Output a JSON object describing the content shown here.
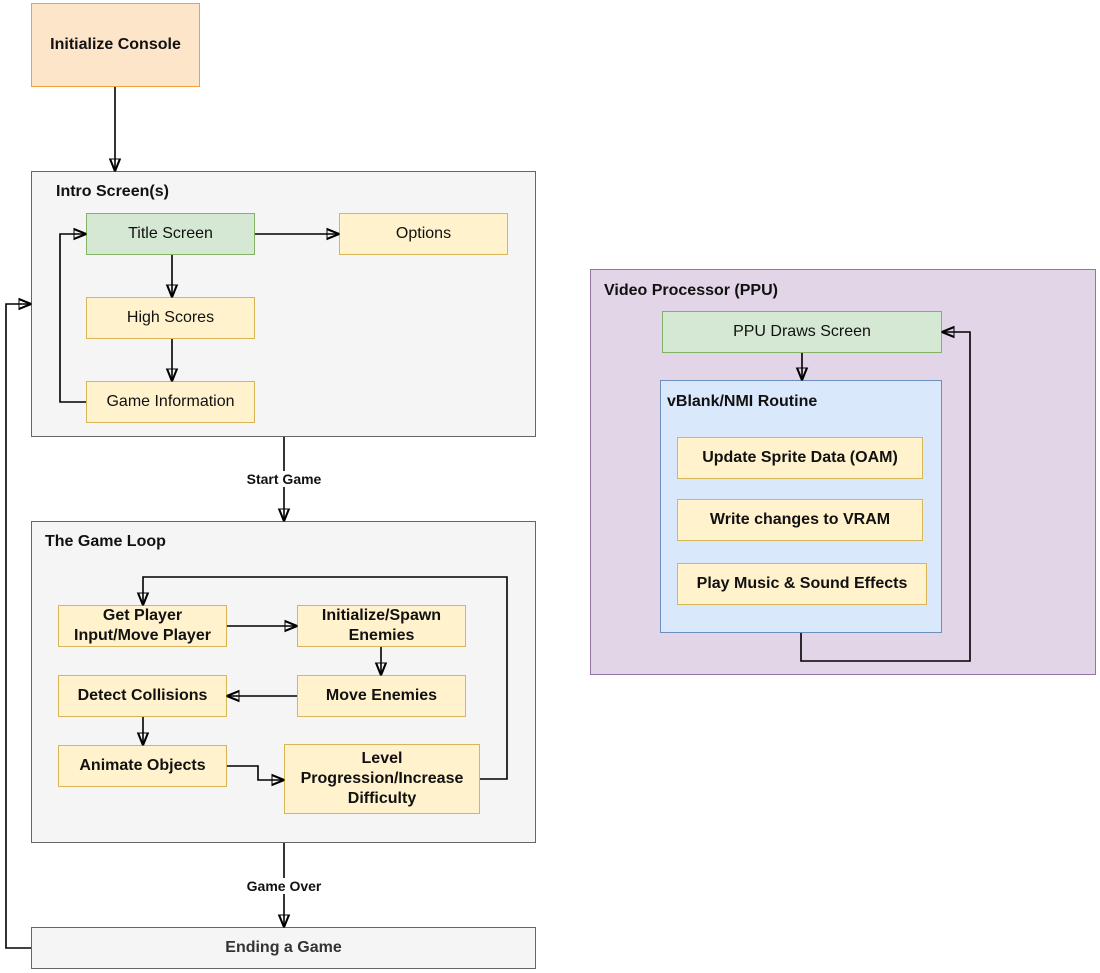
{
  "colors": {
    "orange_fill": "#fde5c9",
    "orange_stroke": "#f2a03d",
    "yellow_fill": "#fff2cc",
    "yellow_stroke": "#d6b656",
    "green_fill": "#d5e8d4",
    "green_stroke": "#82b366",
    "gray_fill": "#f5f5f5",
    "gray_stroke": "#666666",
    "purple_fill": "#e1d5e7",
    "purple_stroke": "#9673a6",
    "blue_fill": "#dae8fc",
    "blue_stroke": "#6c8ebf"
  },
  "nodes": {
    "initialize_console": "Initialize Console",
    "title_screen": "Title Screen",
    "options": "Options",
    "high_scores": "High Scores",
    "game_information": "Game Information",
    "get_player_input": "Get Player Input/Move Player",
    "initialize_spawn": "Initialize/Spawn Enemies",
    "move_enemies": "Move Enemies",
    "detect_collisions": "Detect Collisions",
    "animate_objects": "Animate Objects",
    "level_progression": "Level Progression/Increase Difficulty",
    "ending_game": "Ending a Game",
    "ppu_draws_screen": "PPU Draws Screen",
    "update_sprite_data": "Update Sprite Data (OAM)",
    "write_vram": "Write changes to VRAM",
    "play_music": "Play Music & Sound Effects"
  },
  "groups": {
    "intro_screens": "Intro Screen(s)",
    "game_loop": "The Game Loop",
    "video_processor": "Video Processor (PPU)",
    "vblank_routine": "vBlank/NMI Routine"
  },
  "edge_labels": {
    "start_game": "Start Game",
    "game_over": "Game Over"
  }
}
